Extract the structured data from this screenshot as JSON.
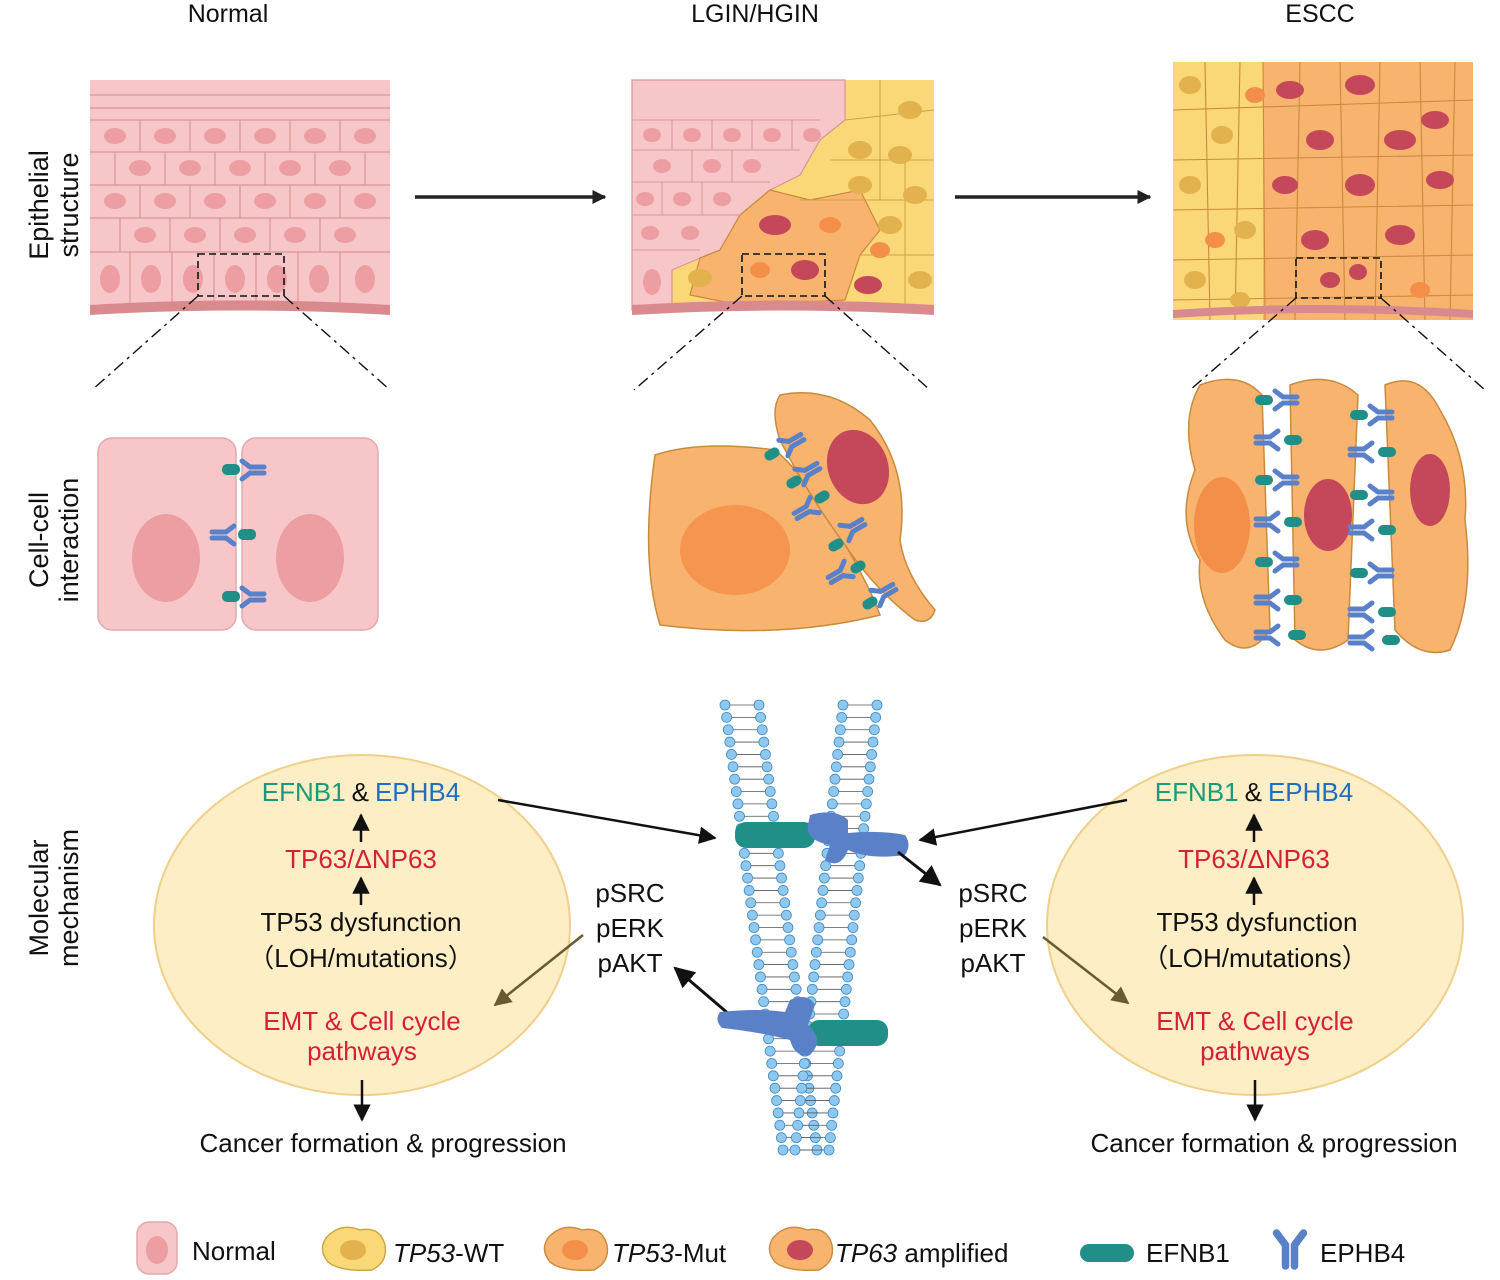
{
  "stages": [
    "Normal",
    "LGIN/HGIN",
    "ESCC"
  ],
  "row_labels": {
    "epithelial": [
      "Epithelial",
      "structure"
    ],
    "interaction": [
      "Cell-cell",
      "interaction"
    ],
    "molecular": [
      "Molecular",
      "mechanism"
    ]
  },
  "mechanism": {
    "efnb1": "EFNB1",
    "amp": "&",
    "ephb4": "EPHB4",
    "tp63": "TP63/ΔNP63",
    "tp53": "TP53 dysfunction",
    "loh": "（LOH/mutations）",
    "emt1": "EMT & Cell cycle",
    "emt2": "pathways",
    "outcome": "Cancer formation &  progression",
    "signals": [
      "pSRC",
      "pERK",
      "pAKT"
    ]
  },
  "legend": {
    "normal": "Normal",
    "wt_gene": "TP53",
    "wt_suffix": "-WT",
    "mut_gene": "TP53",
    "mut_suffix": "-Mut",
    "amp_gene": "TP63",
    "amp_suffix": " amplified",
    "efnb1": "EFNB1",
    "ephb4": "EPHB4"
  },
  "colors": {
    "normal_cell": "#f7c6c8",
    "normal_nucleus": "#ec9ea3",
    "wt_cell": "#fbd877",
    "wt_nucleus": "#e2b24e",
    "mut_cell": "#f8b46f",
    "mut_nucleus": "#f48f4a",
    "amp_nucleus": "#c4485a",
    "efnb1": "#1f8f88",
    "ephb4": "#5a80c8",
    "membrane_bead": "#8fc8ee",
    "nucleus_bubble": "#fdeec6",
    "basement": "#d98a8e"
  },
  "icons": [
    "arrow-right-icon",
    "arrow-up-icon",
    "arrow-down-icon",
    "ephb4-receptor-icon",
    "efnb1-ligand-icon"
  ]
}
